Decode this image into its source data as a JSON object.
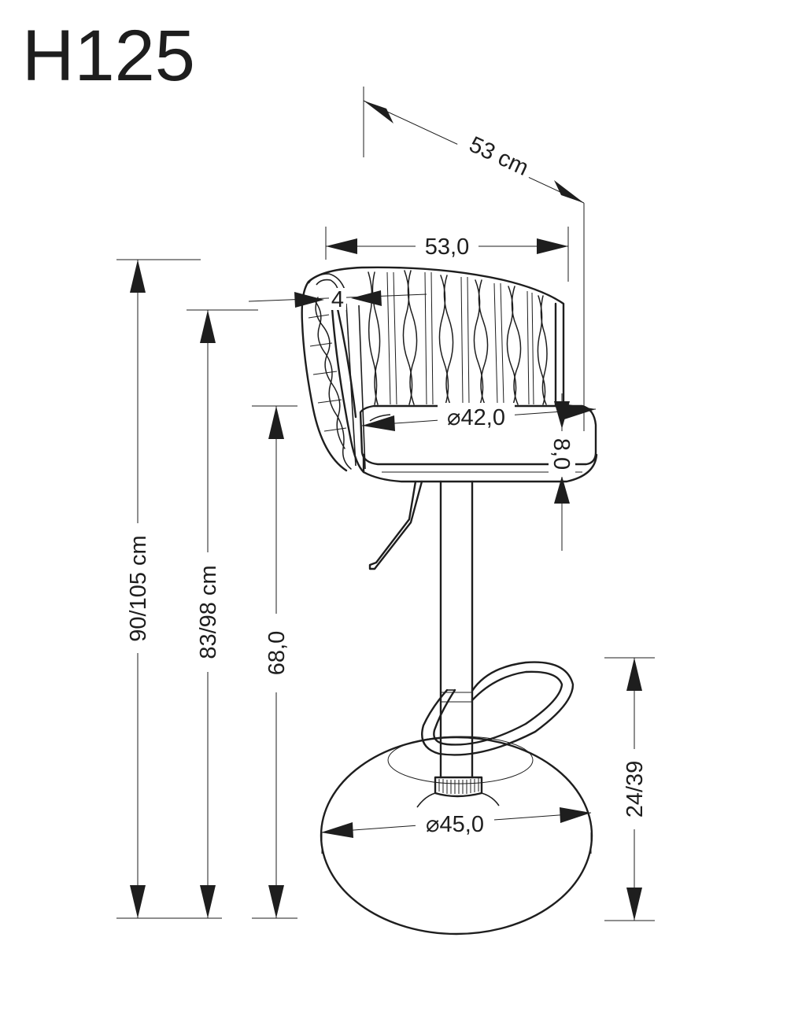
{
  "title": "H125",
  "dimensions": {
    "depth_diagonal": "53 cm",
    "width": "53,0",
    "backrest_thickness": "4",
    "total_height": "90/105 cm",
    "backrest_top_height": "83/98 cm",
    "seat_height": "68,0",
    "seat_diameter": "⌀42,0",
    "seat_thickness": "8,0",
    "footrest_height": "24/39",
    "base_diameter": "⌀45,0"
  }
}
